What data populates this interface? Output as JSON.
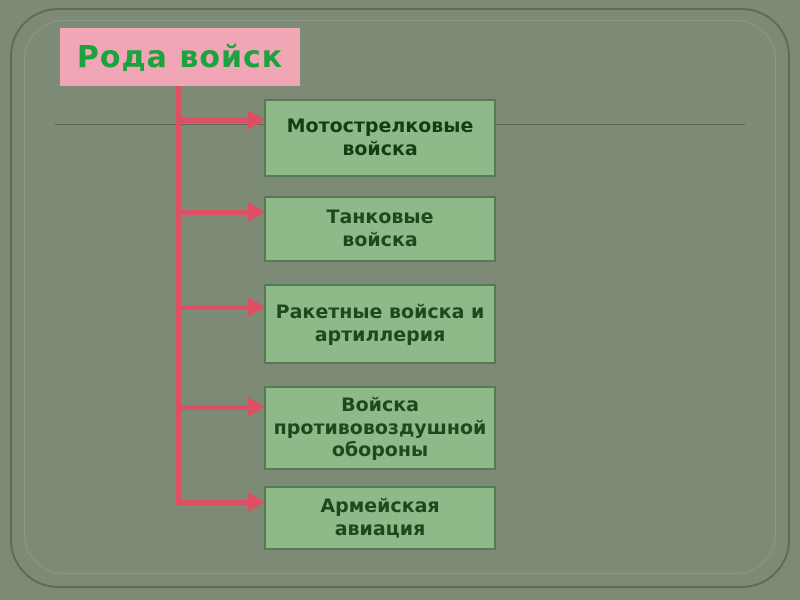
{
  "slide": {
    "title": "Рода войск"
  },
  "diagram": {
    "boxes": [
      {
        "label": "Мотострелковые\nвойска"
      },
      {
        "label": "Танковые\nвойска"
      },
      {
        "label": "Ракетные войска и\nартиллерия"
      },
      {
        "label": "Войска\nпротивовоздушной\nобороны"
      },
      {
        "label": "Армейская\nавиация"
      }
    ]
  },
  "colors": {
    "background": "#7d8a75",
    "title_box_fill": "#f1a6b6",
    "title_text": "#1ca340",
    "connector_red": "#dd4f63",
    "node_fill": "#8dba88",
    "node_border": "#557a54",
    "node_text": "#1c4a1c",
    "rule_line": "#5a6a54"
  }
}
